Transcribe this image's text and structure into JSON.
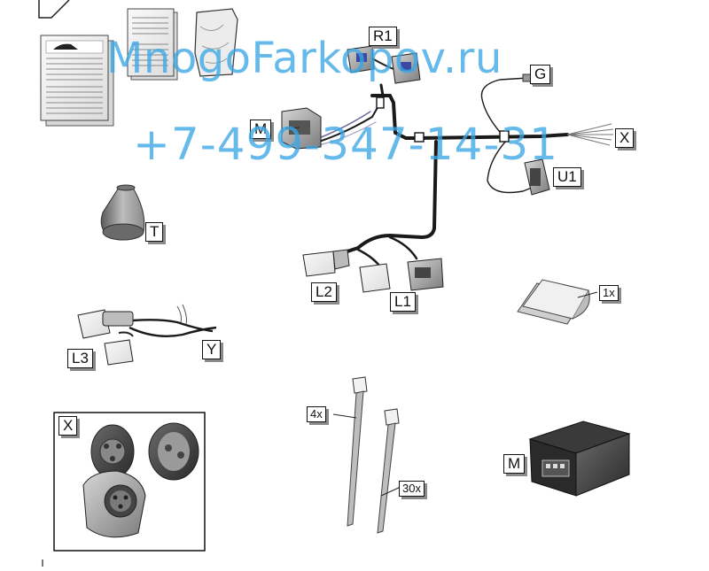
{
  "labels": {
    "R1": "R1",
    "M_wire": "M",
    "G": "G",
    "X_wire": "X",
    "U1": "U1",
    "T": "T",
    "L2": "L2",
    "L1": "L1",
    "sheet_qty": "1x",
    "L3": "L3",
    "Y": "Y",
    "X_box": "X",
    "tie_small_qty": "4x",
    "tie_large_qty": "30x",
    "M_module": "M"
  },
  "watermark": {
    "line1": "MnogoFarkopov.ru",
    "line2": "+7-499-347-14-31",
    "color": "#3aa7e6"
  },
  "colors": {
    "cable": "#1a1a1a",
    "part": "#9a9a9a",
    "shadow": "#8a8a8a"
  }
}
